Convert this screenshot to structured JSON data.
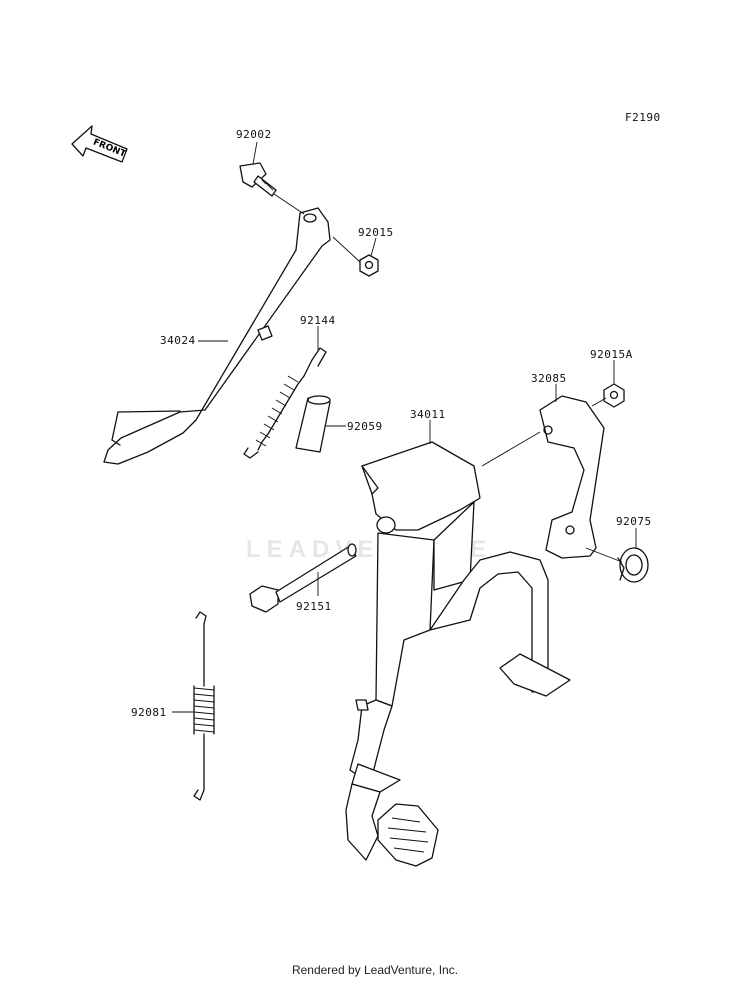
{
  "figure_code": "F2190",
  "front_arrow_text": "FRONT",
  "watermark_text": "LEADVENTURE",
  "footer_text": "Rendered by LeadVenture, Inc.",
  "parts": [
    {
      "id": "bolt-92002",
      "number": "92002"
    },
    {
      "id": "nut-92015",
      "number": "92015"
    },
    {
      "id": "side-stand-34024",
      "number": "34024"
    },
    {
      "id": "spring-92144",
      "number": "92144"
    },
    {
      "id": "collar-92059",
      "number": "92059"
    },
    {
      "id": "main-stand-34011",
      "number": "34011"
    },
    {
      "id": "bracket-32085",
      "number": "32085"
    },
    {
      "id": "nut-92015a",
      "number": "92015A"
    },
    {
      "id": "bearing-92075",
      "number": "92075"
    },
    {
      "id": "shaft-92151",
      "number": "92151"
    },
    {
      "id": "spring-92081",
      "number": "92081"
    }
  ]
}
